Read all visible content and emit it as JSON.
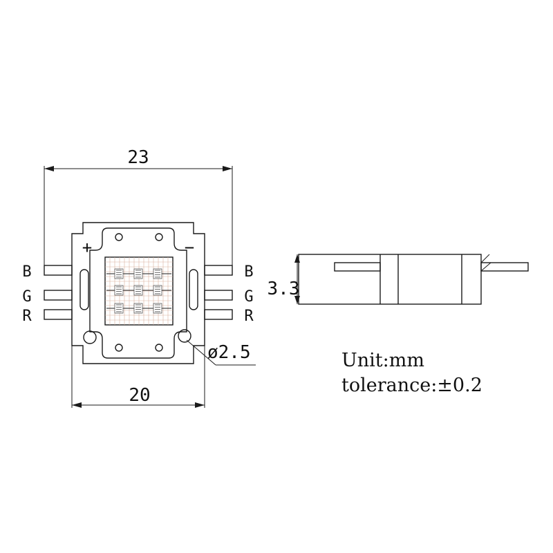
{
  "dimensions": {
    "overall_width": "23",
    "body_width": "20",
    "height": "3.3",
    "hole_diameter": "ø2.5"
  },
  "polarity": {
    "plus": "+",
    "minus": "−"
  },
  "pins": {
    "left": [
      "B",
      "G",
      "R"
    ],
    "right": [
      "B",
      "G",
      "R"
    ]
  },
  "notes": {
    "unit": "Unit:mm",
    "tolerance": "tolerance:±0.2"
  },
  "colors": {
    "line": "#1a1a1a",
    "die_grid": "#d9b2a0"
  }
}
